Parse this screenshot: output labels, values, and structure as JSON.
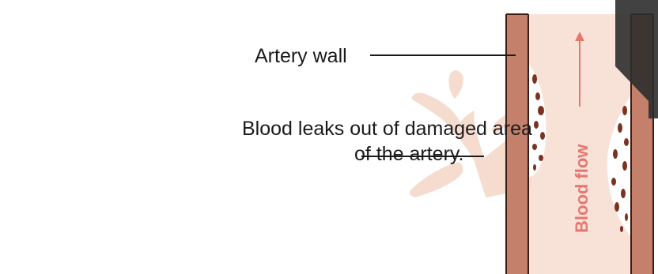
{
  "labels": {
    "artery_wall": "Artery wall",
    "leak_line1": "Blood leaks out of damaged area",
    "leak_line2": "of the artery.",
    "blood_flow": "Blood flow"
  },
  "colors": {
    "wall": "#c4806b",
    "wall_dark": "#3b1d14",
    "lumen": "#f8e2d8",
    "splash": "#f6dccf",
    "flow_arrow": "#e5776f",
    "cells": "#7a3322",
    "corner_band": "#2e2e2e"
  }
}
